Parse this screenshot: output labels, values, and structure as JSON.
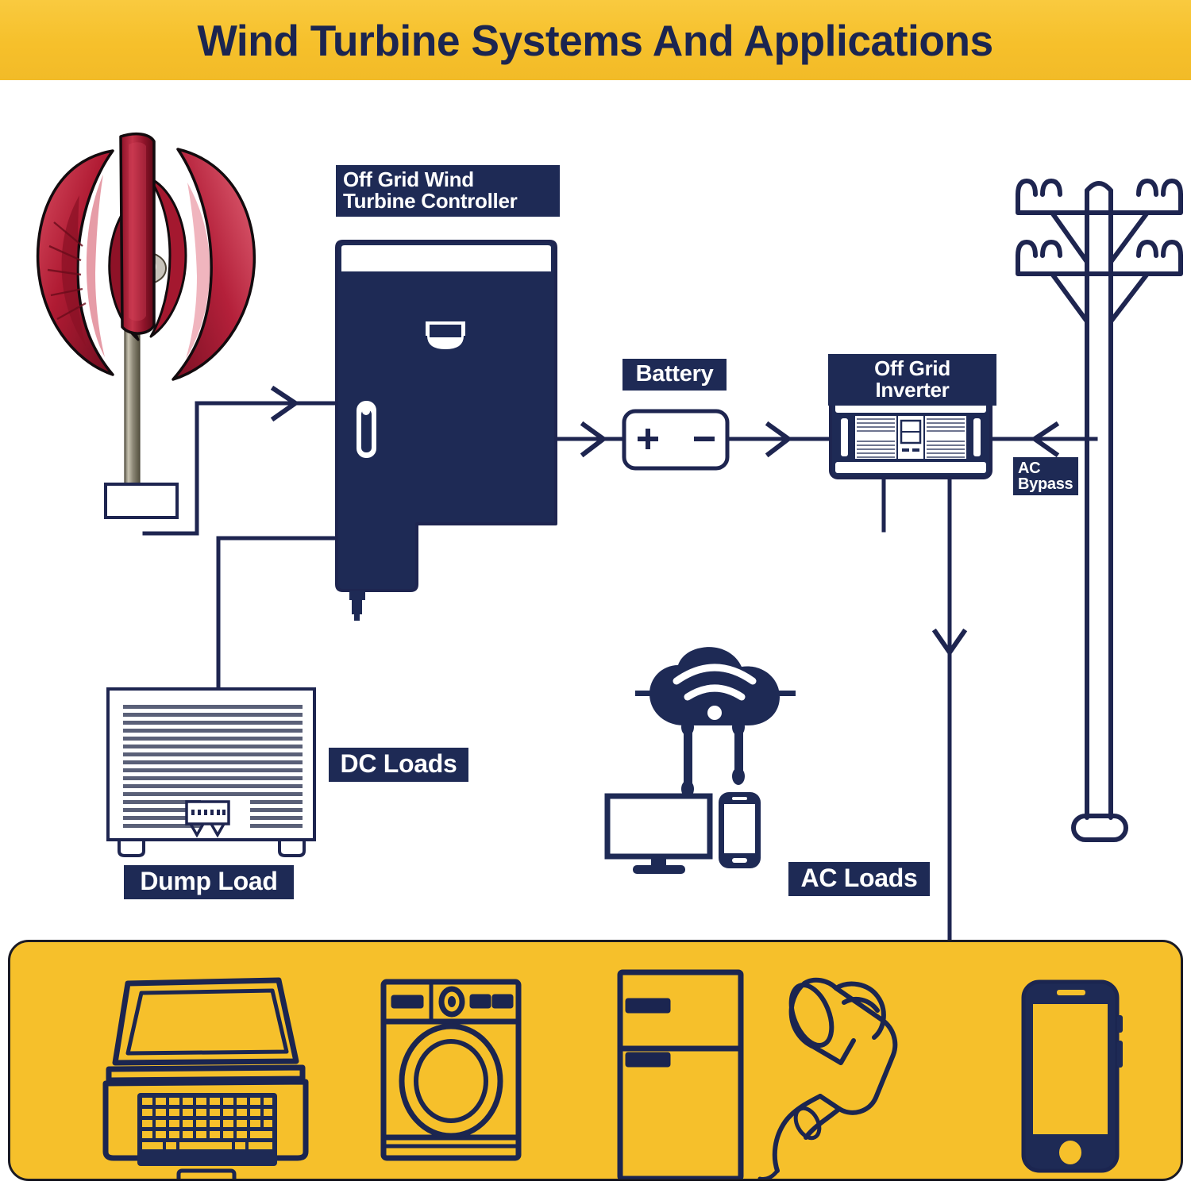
{
  "title": {
    "text": "Wind Turbine Systems And Applications",
    "banner_color": "#F6C02B",
    "text_color": "#1B2550"
  },
  "theme": {
    "navy": "#1E2A55",
    "line": "#1E2550",
    "yellow": "#F6C02B",
    "white": "#FFFFFF",
    "turbine_red": "#B01B33",
    "mast_gray": "#8A8578"
  },
  "labels": {
    "controller": "Off Grid Wind\nTurbine Controller",
    "battery": "Battery",
    "inverter": "Off Grid Inverter",
    "ac_bypass": "AC\nBypass",
    "dc_loads": "DC Loads",
    "dump_load": "Dump Load",
    "ac_loads": "AC Loads"
  },
  "components": [
    {
      "name": "wind-turbine",
      "type": "vertical-axis-wind-turbine"
    },
    {
      "name": "charge-controller",
      "type": "off-grid-wind-turbine-controller"
    },
    {
      "name": "battery",
      "type": "battery-bank",
      "terminals": [
        "+",
        "-"
      ]
    },
    {
      "name": "inverter",
      "type": "off-grid-inverter"
    },
    {
      "name": "utility-pole",
      "type": "grid-utility-pole"
    },
    {
      "name": "dump-load",
      "type": "resistive-dump-load"
    },
    {
      "name": "ac-loads",
      "type": "wifi-cloud-monitor-smartphone"
    }
  ],
  "flow": [
    {
      "from": "wind-turbine",
      "to": "charge-controller",
      "direction": "right"
    },
    {
      "from": "charge-controller",
      "to": "dump-load",
      "direction": "down-left"
    },
    {
      "from": "charge-controller",
      "to": "battery",
      "direction": "right"
    },
    {
      "from": "battery",
      "to": "inverter",
      "direction": "right"
    },
    {
      "from": "utility-pole",
      "to": "inverter",
      "direction": "left",
      "label": "AC Bypass"
    },
    {
      "from": "inverter",
      "to": "appliance-strip",
      "direction": "down"
    }
  ],
  "appliances": [
    {
      "name": "laptop"
    },
    {
      "name": "washing-machine"
    },
    {
      "name": "refrigerator"
    },
    {
      "name": "hair-dryer"
    },
    {
      "name": "smartphone"
    }
  ]
}
